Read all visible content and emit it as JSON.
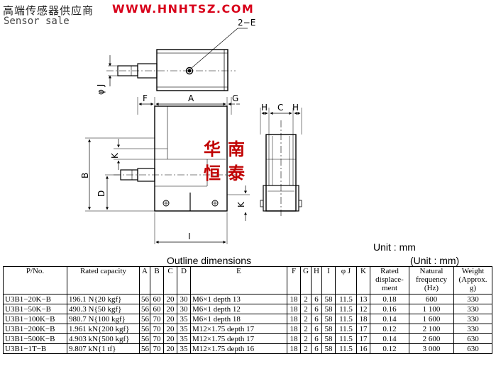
{
  "header": {
    "company_cn": "高端传感器供应商",
    "url": "WWW.HNHTSZ.COM",
    "tagline": "Sensor sale"
  },
  "drawing_labels": {
    "top_view_hole": "2−E",
    "dim_phiJ": "φ J",
    "dim_F": "F",
    "dim_A": "A",
    "dim_G": "G",
    "dim_K_top": "K",
    "dim_B": "B",
    "dim_D": "D",
    "dim_K_side": "K",
    "dim_I": "I",
    "dim_H_left": "H",
    "dim_C": "C",
    "dim_H_right": "H"
  },
  "seal_chars": [
    "华",
    "南",
    "恒",
    "泰"
  ],
  "unit_note": "Unit : mm",
  "outline_title": "Outline dimensions",
  "table_unit": "(Unit : mm)",
  "table": {
    "headers": [
      "P/No.",
      "Rated capacity",
      "A",
      "B",
      "C",
      "D",
      "E",
      "F",
      "G",
      "H",
      "I",
      "φ J",
      "K",
      "Rated displace- ment",
      "Natural frequency (Hz)",
      "Weight (Approx. g)"
    ],
    "rows": [
      [
        "U3B1−20K−B",
        "196.1 N{20 kgf}",
        "56",
        "60",
        "20",
        "30",
        "M6×1 depth 13",
        "18",
        "2",
        "6",
        "58",
        "11.5",
        "13",
        "0.18",
        "600",
        "330"
      ],
      [
        "U3B1−50K−B",
        "490.3 N{50 kgf}",
        "56",
        "60",
        "20",
        "30",
        "M6×1 depth 12",
        "18",
        "2",
        "6",
        "58",
        "11.5",
        "12",
        "0.16",
        "1 100",
        "330"
      ],
      [
        "U3B1−100K−B",
        "980.7 N{100 kgf}",
        "56",
        "70",
        "20",
        "35",
        "M6×1 depth 18",
        "18",
        "2",
        "6",
        "58",
        "11.5",
        "18",
        "0.14",
        "1 600",
        "330"
      ],
      [
        "U3B1−200K−B",
        "1.961 kN{200 kgf}",
        "56",
        "70",
        "20",
        "35",
        "M12×1.75 depth 17",
        "18",
        "2",
        "6",
        "58",
        "11.5",
        "17",
        "0.12",
        "2 100",
        "330"
      ],
      [
        "U3B1−500K−B",
        "4.903 kN{500 kgf}",
        "56",
        "70",
        "20",
        "35",
        "M12×1.75 depth 17",
        "18",
        "2",
        "6",
        "58",
        "11.5",
        "17",
        "0.14",
        "2 600",
        "630"
      ],
      [
        "U3B1−1T−B",
        "9.807 kN{1 tf}",
        "56",
        "70",
        "20",
        "35",
        "M12×1.75 depth 16",
        "18",
        "2",
        "6",
        "58",
        "11.5",
        "16",
        "0.12",
        "3 000",
        "630"
      ]
    ]
  }
}
